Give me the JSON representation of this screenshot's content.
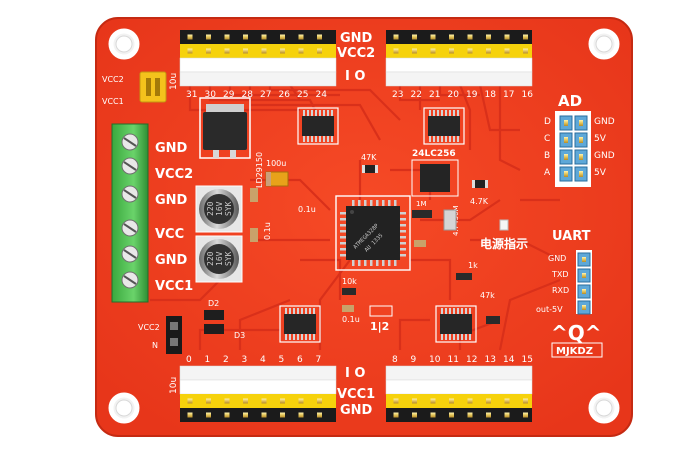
{
  "board": {
    "pcb_color": "#f03b1c",
    "top_header": {
      "gnd": "GND",
      "vcc2": "VCC2",
      "io": "I O",
      "left_pins": [
        "31",
        "30",
        "29",
        "28",
        "27",
        "26",
        "25",
        "24"
      ],
      "right_pins": [
        "23",
        "22",
        "21",
        "20",
        "19",
        "18",
        "17",
        "16"
      ],
      "side_label": "10u"
    },
    "bottom_header": {
      "gnd": "GND",
      "vcc1": "VCC1",
      "io": "I O",
      "left_pins": [
        "0",
        "1",
        "2",
        "3",
        "4",
        "5",
        "6",
        "7"
      ],
      "right_pins": [
        "8",
        "9",
        "10",
        "11",
        "12",
        "13",
        "14",
        "15"
      ],
      "side_label": "10u"
    },
    "terminal_labels": [
      "GND",
      "VCC2",
      "GND",
      "VCC",
      "GND",
      "VCC1"
    ],
    "jumper_top_labels": [
      "VCC2",
      "VCC1"
    ],
    "jumper_bottom_labels": [
      "VCC2",
      "N"
    ],
    "ad": {
      "title": "AD",
      "letters": [
        "D",
        "C",
        "B",
        "A"
      ],
      "right_labels": [
        "GND",
        "5V",
        "GND",
        "5V"
      ]
    },
    "uart": {
      "title": "UART",
      "labels": [
        "GND",
        "TXD",
        "RXD",
        "out-5V"
      ]
    },
    "components": {
      "regulator": "LD29150",
      "cap_100u": "100u",
      "cap1_lines": [
        "220",
        "16V",
        "SYK"
      ],
      "cap2_lines": [
        "220",
        "16V",
        "SYK"
      ],
      "r_47k": "47K",
      "eeprom": "24LC256",
      "r_47k_b": "4.7K",
      "r_1m": "1M",
      "crystal": "4.7456M",
      "c_01u_a": "0.1u",
      "c_01u_b": "0.1u",
      "c_01u_c": "0.1u",
      "r_10k": "10k",
      "r_1k": "1k",
      "r_47k_c": "47k",
      "d2": "D2",
      "d3": "D3",
      "jp_12": "1|2",
      "power_indicator": "电源指示",
      "mcu_text": [
        "ATMEGA328P",
        "AU 1335"
      ],
      "qt_text": "Q"
    },
    "logo": {
      "mark": "^Q^",
      "name": "MJKDZ"
    }
  }
}
